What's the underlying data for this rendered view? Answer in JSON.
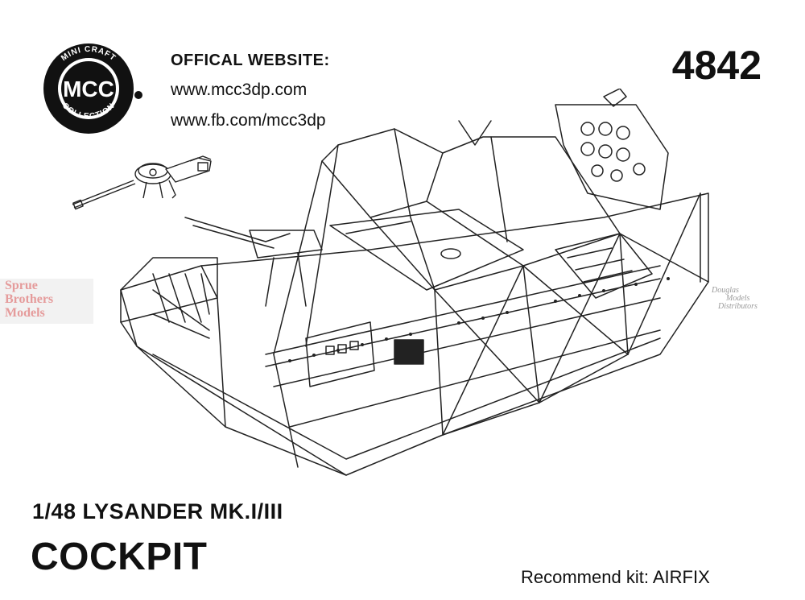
{
  "header": {
    "website_heading": "OFFICAL WEBSITE:",
    "website_url": "www.mcc3dp.com",
    "facebook_url": "www.fb.com/mcc3dp",
    "product_code": "4842"
  },
  "logo": {
    "initials": "MCC",
    "arc_top": "MINI CRAFT",
    "arc_bottom": "COLLECTION"
  },
  "watermarks": {
    "left_lines": [
      "Sprue",
      "Brothers",
      "Models"
    ],
    "right_lines": [
      "Douglas",
      "Models",
      "Distributors"
    ]
  },
  "product": {
    "scale_and_model": "1/48 LYSANDER MK.I/III",
    "part": "COCKPIT",
    "recommend": "Recommend kit: AIRFIX"
  },
  "colors": {
    "ink": "#111111",
    "watermark_red": "#e59b9b",
    "watermark_grey": "#9a9a9a"
  },
  "icons": [
    "mcc-logo",
    "machine-gun-illustration",
    "cockpit-illustration"
  ]
}
